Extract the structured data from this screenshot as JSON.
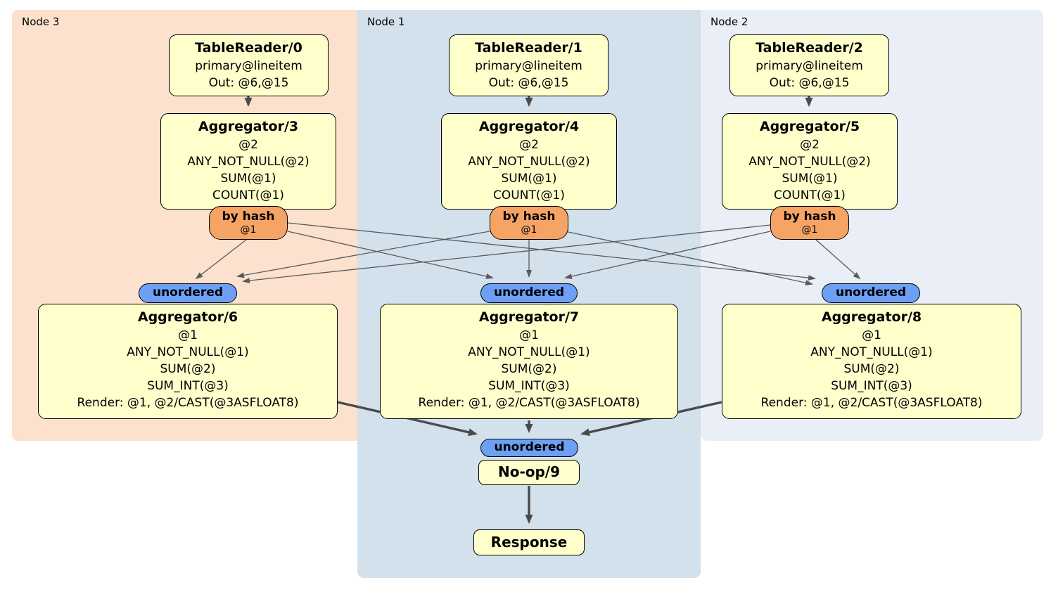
{
  "regions": {
    "node3": {
      "label": "Node 3"
    },
    "node1": {
      "label": "Node 1"
    },
    "node2": {
      "label": "Node 2"
    }
  },
  "processors": {
    "table_readers": [
      {
        "title": "TableReader/0",
        "lines": [
          "primary@lineitem",
          "Out: @6,@15"
        ]
      },
      {
        "title": "TableReader/1",
        "lines": [
          "primary@lineitem",
          "Out: @6,@15"
        ]
      },
      {
        "title": "TableReader/2",
        "lines": [
          "primary@lineitem",
          "Out: @6,@15"
        ]
      }
    ],
    "stage1_aggregators": [
      {
        "title": "Aggregator/3",
        "lines": [
          "@2",
          "ANY_NOT_NULL(@2)",
          "SUM(@1)",
          "COUNT(@1)"
        ]
      },
      {
        "title": "Aggregator/4",
        "lines": [
          "@2",
          "ANY_NOT_NULL(@2)",
          "SUM(@1)",
          "COUNT(@1)"
        ]
      },
      {
        "title": "Aggregator/5",
        "lines": [
          "@2",
          "ANY_NOT_NULL(@2)",
          "SUM(@1)",
          "COUNT(@1)"
        ]
      }
    ],
    "hash_routers": [
      {
        "label": "by hash",
        "key": "@1"
      },
      {
        "label": "by hash",
        "key": "@1"
      },
      {
        "label": "by hash",
        "key": "@1"
      }
    ],
    "unordered_syncs": [
      {
        "label": "unordered"
      },
      {
        "label": "unordered"
      },
      {
        "label": "unordered"
      }
    ],
    "stage2_aggregators": [
      {
        "title": "Aggregator/6",
        "lines": [
          "@1",
          "ANY_NOT_NULL(@1)",
          "SUM(@2)",
          "SUM_INT(@3)",
          "Render: @1, @2/CAST(@3ASFLOAT8)"
        ]
      },
      {
        "title": "Aggregator/7",
        "lines": [
          "@1",
          "ANY_NOT_NULL(@1)",
          "SUM(@2)",
          "SUM_INT(@3)",
          "Render: @1, @2/CAST(@3ASFLOAT8)"
        ]
      },
      {
        "title": "Aggregator/8",
        "lines": [
          "@1",
          "ANY_NOT_NULL(@1)",
          "SUM(@2)",
          "SUM_INT(@3)",
          "Render: @1, @2/CAST(@3ASFLOAT8)"
        ]
      }
    ],
    "final_sync": {
      "label": "unordered"
    },
    "noop": {
      "title": "No-op/9"
    },
    "response": {
      "title": "Response"
    }
  },
  "colors": {
    "node3_bg": "#fce1ce",
    "node1_bg": "#d3e1ec",
    "node2_bg": "#e9eef7",
    "processor_fill": "#ffffcc",
    "router_fill": "#f6a366",
    "sync_fill": "#6da0f4",
    "box_border": "#000000",
    "edge_thick": "#4a4a4a",
    "edge_thin": "#5a5a5a",
    "label_color": "#000000"
  }
}
